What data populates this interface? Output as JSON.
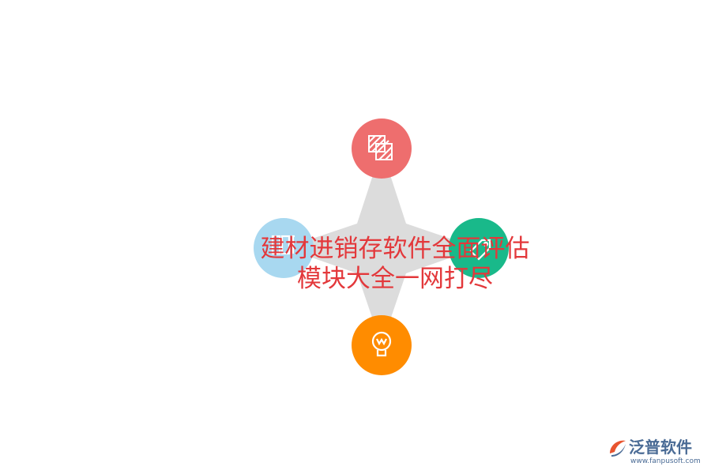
{
  "diagram": {
    "title_line1": "建材进销存软件全面评估",
    "title_line2": "模块大全一网打尽",
    "nodes": [
      {
        "position": "top",
        "color": "#ee6e6e",
        "icon": "layers-hatched-icon"
      },
      {
        "position": "right",
        "color": "#19b98a",
        "icon": "tag-icon"
      },
      {
        "position": "bottom",
        "color": "#ff8c00",
        "icon": "lightbulb-icon"
      },
      {
        "position": "left",
        "color": "#a8d8f0",
        "icon": "columns-icon"
      }
    ],
    "star_color": "#dcdcdc"
  },
  "watermark": {
    "brand": "泛普软件",
    "url": "www.fanpusoft.com"
  }
}
